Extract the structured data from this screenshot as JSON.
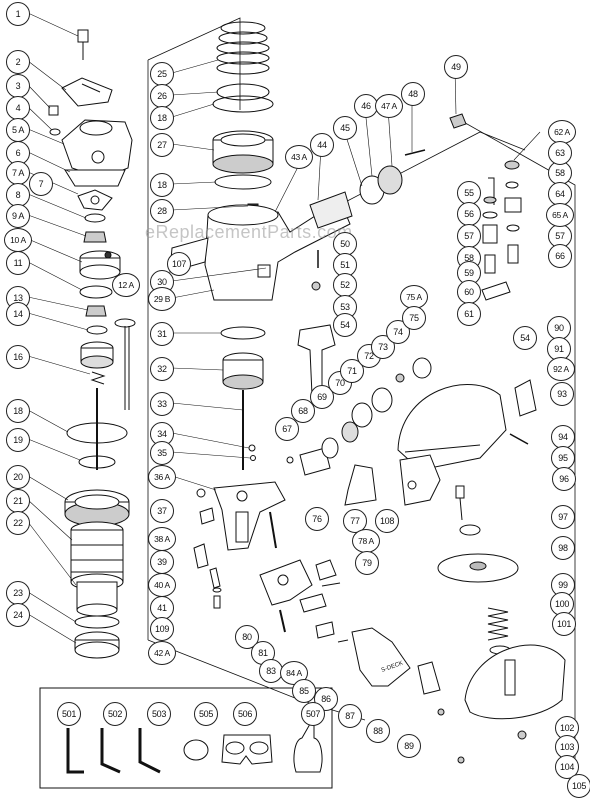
{
  "watermark": "eReplacementParts.com",
  "callouts": [
    {
      "id": "p1",
      "label": "1"
    },
    {
      "id": "p2",
      "label": "2"
    },
    {
      "id": "p3",
      "label": "3"
    },
    {
      "id": "p4",
      "label": "4"
    },
    {
      "id": "p5a",
      "label": "5 A"
    },
    {
      "id": "p6",
      "label": "6"
    },
    {
      "id": "p7a",
      "label": "7 A"
    },
    {
      "id": "p7",
      "label": "7"
    },
    {
      "id": "p8",
      "label": "8"
    },
    {
      "id": "p9a",
      "label": "9 A"
    },
    {
      "id": "p10a",
      "label": "10 A"
    },
    {
      "id": "p11",
      "label": "11"
    },
    {
      "id": "p12a",
      "label": "12 A"
    },
    {
      "id": "p13",
      "label": "13"
    },
    {
      "id": "p14",
      "label": "14"
    },
    {
      "id": "p16",
      "label": "16"
    },
    {
      "id": "p18l",
      "label": "18"
    },
    {
      "id": "p19",
      "label": "19"
    },
    {
      "id": "p20",
      "label": "20"
    },
    {
      "id": "p21",
      "label": "21"
    },
    {
      "id": "p22",
      "label": "22"
    },
    {
      "id": "p23",
      "label": "23"
    },
    {
      "id": "p24",
      "label": "24"
    },
    {
      "id": "p25",
      "label": "25"
    },
    {
      "id": "p26",
      "label": "26"
    },
    {
      "id": "p18a",
      "label": "18"
    },
    {
      "id": "p27",
      "label": "27"
    },
    {
      "id": "p18b",
      "label": "18"
    },
    {
      "id": "p28",
      "label": "28"
    },
    {
      "id": "p107",
      "label": "107"
    },
    {
      "id": "p30",
      "label": "30"
    },
    {
      "id": "p29b",
      "label": "29 B"
    },
    {
      "id": "p31",
      "label": "31"
    },
    {
      "id": "p32",
      "label": "32"
    },
    {
      "id": "p33",
      "label": "33"
    },
    {
      "id": "p34",
      "label": "34"
    },
    {
      "id": "p35",
      "label": "35"
    },
    {
      "id": "p36a",
      "label": "36 A"
    },
    {
      "id": "p37",
      "label": "37"
    },
    {
      "id": "p38a",
      "label": "38 A"
    },
    {
      "id": "p39",
      "label": "39"
    },
    {
      "id": "p40a",
      "label": "40 A"
    },
    {
      "id": "p41",
      "label": "41"
    },
    {
      "id": "p109",
      "label": "109"
    },
    {
      "id": "p42a",
      "label": "42 A"
    },
    {
      "id": "p43a",
      "label": "43 A"
    },
    {
      "id": "p44",
      "label": "44"
    },
    {
      "id": "p45",
      "label": "45"
    },
    {
      "id": "p46",
      "label": "46"
    },
    {
      "id": "p47a",
      "label": "47 A"
    },
    {
      "id": "p48",
      "label": "48"
    },
    {
      "id": "p49",
      "label": "49"
    },
    {
      "id": "p50",
      "label": "50"
    },
    {
      "id": "p51",
      "label": "51"
    },
    {
      "id": "p52",
      "label": "52"
    },
    {
      "id": "p53",
      "label": "53"
    },
    {
      "id": "p54a",
      "label": "54"
    },
    {
      "id": "p54b",
      "label": "54"
    },
    {
      "id": "p55",
      "label": "55"
    },
    {
      "id": "p56",
      "label": "56"
    },
    {
      "id": "p57a",
      "label": "57"
    },
    {
      "id": "p57b",
      "label": "57"
    },
    {
      "id": "p58a",
      "label": "58"
    },
    {
      "id": "p58b",
      "label": "58"
    },
    {
      "id": "p59",
      "label": "59"
    },
    {
      "id": "p60",
      "label": "60"
    },
    {
      "id": "p61",
      "label": "61"
    },
    {
      "id": "p62a",
      "label": "62 A"
    },
    {
      "id": "p63",
      "label": "63"
    },
    {
      "id": "p64",
      "label": "64"
    },
    {
      "id": "p65a",
      "label": "65 A"
    },
    {
      "id": "p66",
      "label": "66"
    },
    {
      "id": "p67",
      "label": "67"
    },
    {
      "id": "p68",
      "label": "68"
    },
    {
      "id": "p69",
      "label": "69"
    },
    {
      "id": "p70",
      "label": "70"
    },
    {
      "id": "p71",
      "label": "71"
    },
    {
      "id": "p72",
      "label": "72"
    },
    {
      "id": "p73",
      "label": "73"
    },
    {
      "id": "p74",
      "label": "74"
    },
    {
      "id": "p75a",
      "label": "75 A"
    },
    {
      "id": "p75",
      "label": "75"
    },
    {
      "id": "p76",
      "label": "76"
    },
    {
      "id": "p77",
      "label": "77"
    },
    {
      "id": "p78a",
      "label": "78 A"
    },
    {
      "id": "p79",
      "label": "79"
    },
    {
      "id": "p80",
      "label": "80"
    },
    {
      "id": "p81",
      "label": "81"
    },
    {
      "id": "p83",
      "label": "83"
    },
    {
      "id": "p84a",
      "label": "84 A"
    },
    {
      "id": "p85",
      "label": "85"
    },
    {
      "id": "p86",
      "label": "86"
    },
    {
      "id": "p87",
      "label": "87"
    },
    {
      "id": "p88",
      "label": "88"
    },
    {
      "id": "p89",
      "label": "89"
    },
    {
      "id": "p90",
      "label": "90"
    },
    {
      "id": "p91",
      "label": "91"
    },
    {
      "id": "p92a",
      "label": "92 A"
    },
    {
      "id": "p93",
      "label": "93"
    },
    {
      "id": "p94",
      "label": "94"
    },
    {
      "id": "p95",
      "label": "95"
    },
    {
      "id": "p96",
      "label": "96"
    },
    {
      "id": "p97",
      "label": "97"
    },
    {
      "id": "p98",
      "label": "98"
    },
    {
      "id": "p99",
      "label": "99"
    },
    {
      "id": "p100",
      "label": "100"
    },
    {
      "id": "p101",
      "label": "101"
    },
    {
      "id": "p102",
      "label": "102"
    },
    {
      "id": "p103",
      "label": "103"
    },
    {
      "id": "p104",
      "label": "104"
    },
    {
      "id": "p105",
      "label": "105"
    },
    {
      "id": "p108",
      "label": "108"
    },
    {
      "id": "p501",
      "label": "501"
    },
    {
      "id": "p502",
      "label": "502"
    },
    {
      "id": "p503",
      "label": "503"
    },
    {
      "id": "p505",
      "label": "505"
    },
    {
      "id": "p506",
      "label": "506"
    },
    {
      "id": "p507",
      "label": "507"
    }
  ],
  "stamp": "S-DECK"
}
